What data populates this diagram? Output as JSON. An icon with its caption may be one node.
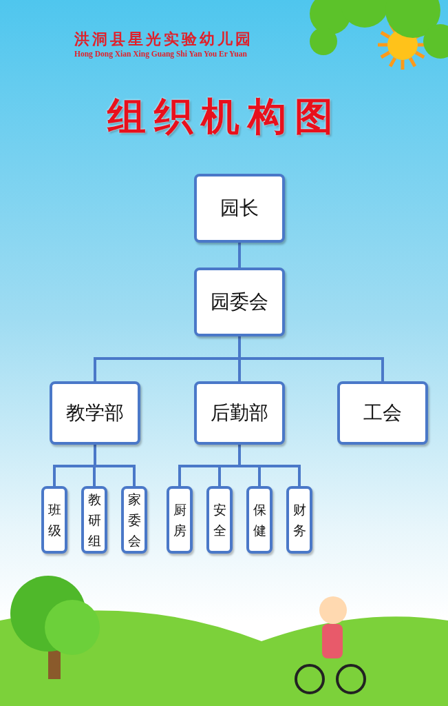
{
  "diagram": {
    "title": "组织机构图",
    "nodes": [
      {
        "text": [
          "园长"
        ]
      },
      {
        "text": [
          "园委会"
        ]
      },
      {
        "text": [
          "教学部"
        ]
      },
      {
        "text": [
          "后勤部"
        ]
      },
      {
        "text": [
          "工会"
        ]
      },
      {
        "text": [
          "班级"
        ]
      },
      {
        "text": [
          "教研组"
        ]
      },
      {
        "text": [
          "家委会"
        ]
      },
      {
        "text": [
          "厨房"
        ]
      },
      {
        "text": [
          "安全"
        ]
      },
      {
        "text": [
          "保健"
        ]
      },
      {
        "text": [
          "财务"
        ]
      }
    ],
    "edges": [
      {
        "from": 0,
        "to": 1,
        "arrow": "none"
      },
      {
        "from": 1,
        "to": 2,
        "arrow": "none"
      },
      {
        "from": 1,
        "to": 3,
        "arrow": "none"
      },
      {
        "from": 1,
        "to": 4,
        "arrow": "none"
      },
      {
        "from": 2,
        "to": 5,
        "arrow": "none"
      },
      {
        "from": 2,
        "to": 6,
        "arrow": "none"
      },
      {
        "from": 2,
        "to": 7,
        "arrow": "none"
      },
      {
        "from": 3,
        "to": 8,
        "arrow": "none"
      },
      {
        "from": 3,
        "to": 9,
        "arrow": "none"
      },
      {
        "from": 3,
        "to": 10,
        "arrow": "none"
      },
      {
        "from": 3,
        "to": 11,
        "arrow": "none"
      }
    ],
    "labels": [
      "洪洞县星光实验幼儿园",
      "Hong Dong Xian Xing Guang Shi Yan You Er Yuan"
    ]
  }
}
